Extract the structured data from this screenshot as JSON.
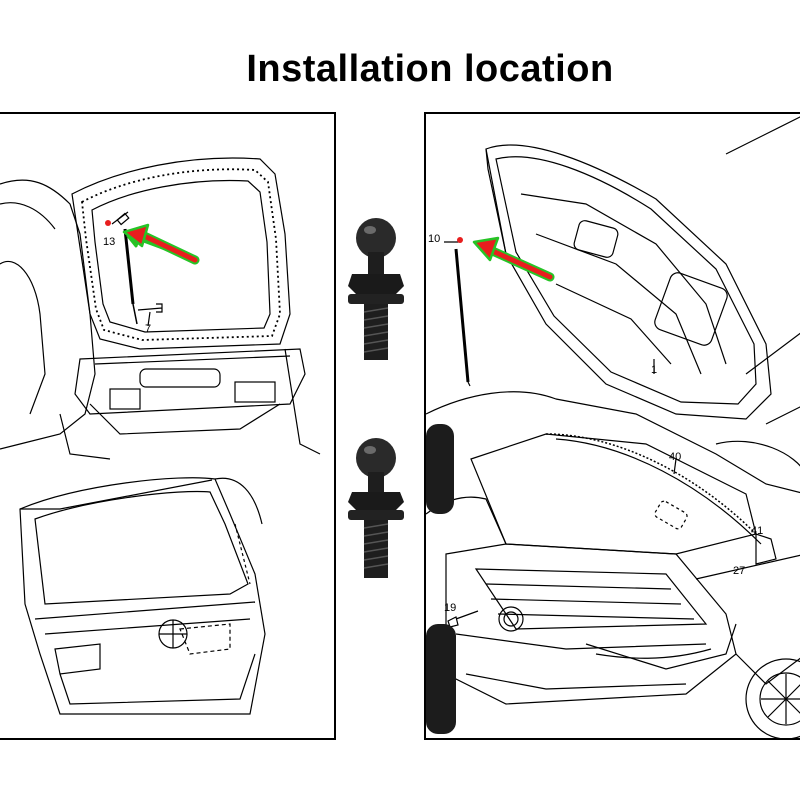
{
  "title": "Installation location",
  "left_panel": {
    "callouts": [
      "13",
      "7"
    ]
  },
  "right_panel": {
    "callouts": [
      "10",
      "1",
      "40",
      "41",
      "27",
      "19"
    ]
  },
  "colors": {
    "arrow_fill": "#e81e1e",
    "arrow_outline": "#26c426",
    "line": "#000000",
    "part": "#1a1a1a"
  }
}
